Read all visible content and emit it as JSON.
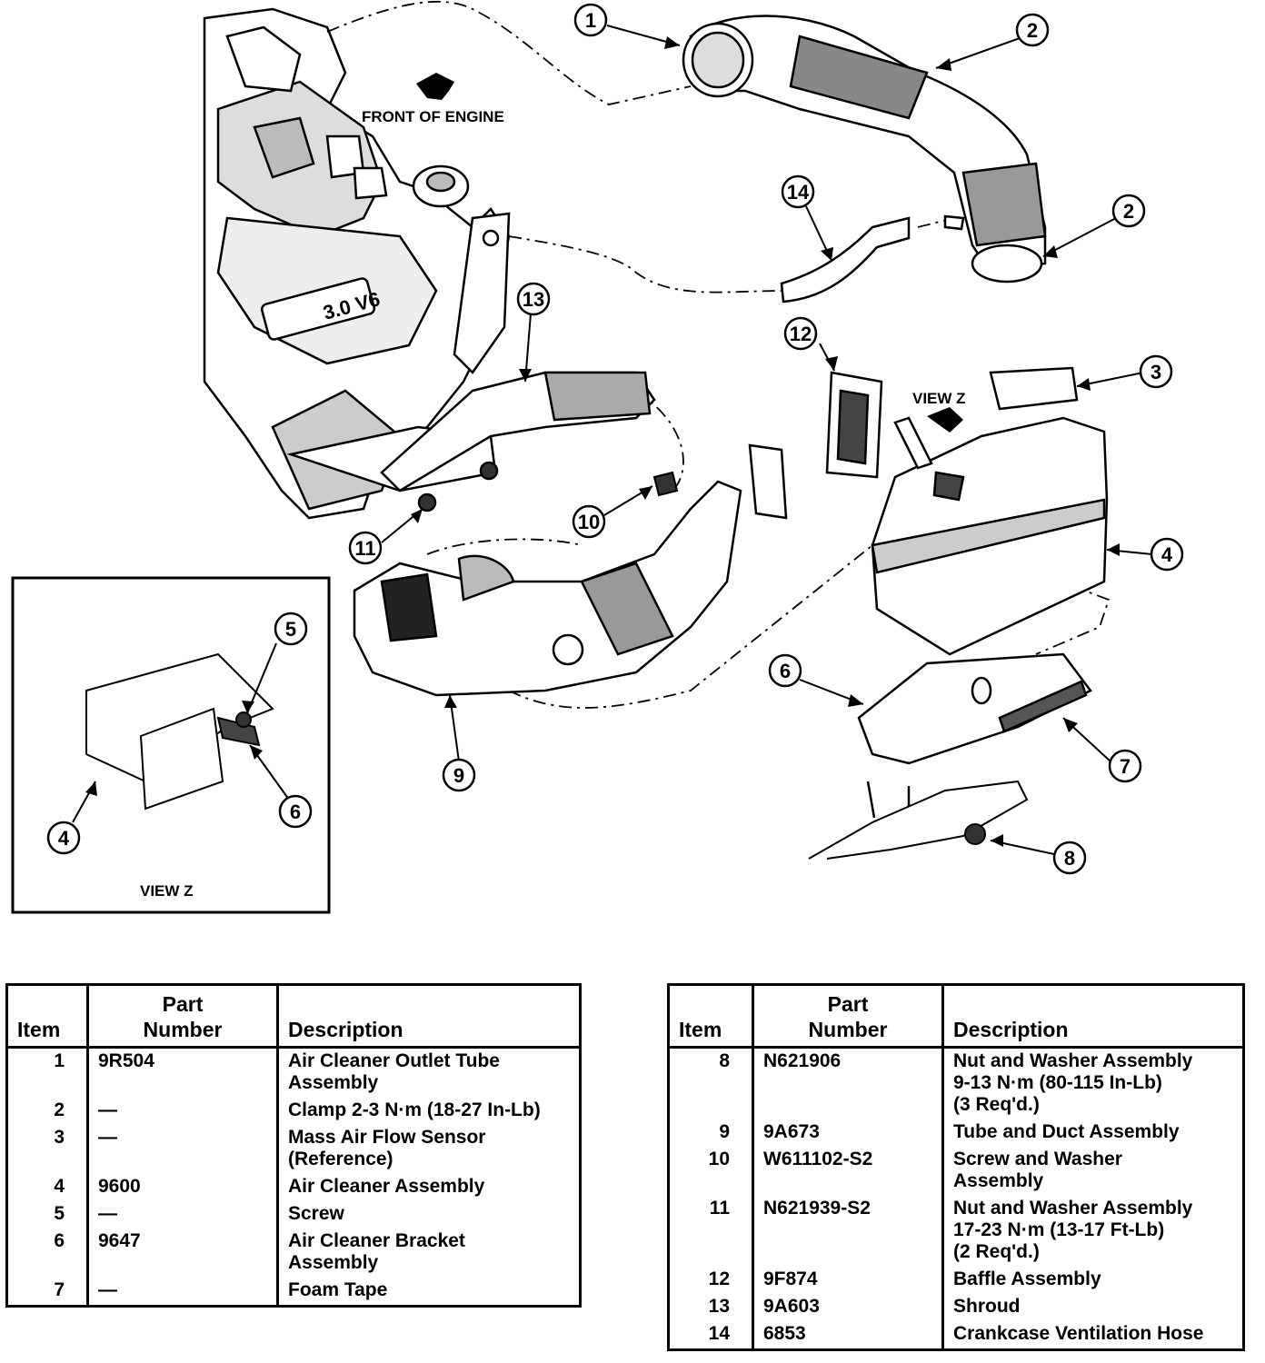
{
  "diagram": {
    "labels": {
      "front_of_engine": "FRONT OF ENGINE",
      "view_z_arrow": "VIEW Z",
      "view_z_inset": "VIEW Z",
      "engine_badge": "3.0 V6"
    },
    "callouts": [
      "1",
      "2",
      "2",
      "3",
      "4",
      "5",
      "6",
      "6",
      "7",
      "8",
      "9",
      "10",
      "11",
      "12",
      "13",
      "14",
      "4"
    ]
  },
  "table_headers": {
    "item": "Item",
    "part_number": "Part\nNumber",
    "description": "Description"
  },
  "parts_left": [
    {
      "item": "1",
      "part_number": "9R504",
      "description": "Air Cleaner Outlet Tube\nAssembly"
    },
    {
      "item": "2",
      "part_number": "—",
      "description": "Clamp 2-3 N·m (18-27 In-Lb)"
    },
    {
      "item": "3",
      "part_number": "—",
      "description": "Mass Air Flow Sensor\n(Reference)"
    },
    {
      "item": "4",
      "part_number": "9600",
      "description": "Air Cleaner Assembly"
    },
    {
      "item": "5",
      "part_number": "—",
      "description": "Screw"
    },
    {
      "item": "6",
      "part_number": "9647",
      "description": "Air Cleaner Bracket\nAssembly"
    },
    {
      "item": "7",
      "part_number": "—",
      "description": "Foam Tape"
    }
  ],
  "parts_right": [
    {
      "item": "8",
      "part_number": "N621906",
      "description": "Nut and Washer Assembly\n9-13 N·m (80-115 In-Lb)\n(3 Req'd.)"
    },
    {
      "item": "9",
      "part_number": "9A673",
      "description": "Tube and Duct Assembly"
    },
    {
      "item": "10",
      "part_number": "W611102-S2",
      "description": "Screw and Washer\nAssembly"
    },
    {
      "item": "11",
      "part_number": "N621939-S2",
      "description": "Nut and Washer Assembly\n17-23 N·m (13-17 Ft-Lb)\n(2 Req'd.)"
    },
    {
      "item": "12",
      "part_number": "9F874",
      "description": "Baffle Assembly"
    },
    {
      "item": "13",
      "part_number": "9A603",
      "description": "Shroud"
    },
    {
      "item": "14",
      "part_number": "6853",
      "description": "Crankcase Ventilation Hose"
    }
  ]
}
